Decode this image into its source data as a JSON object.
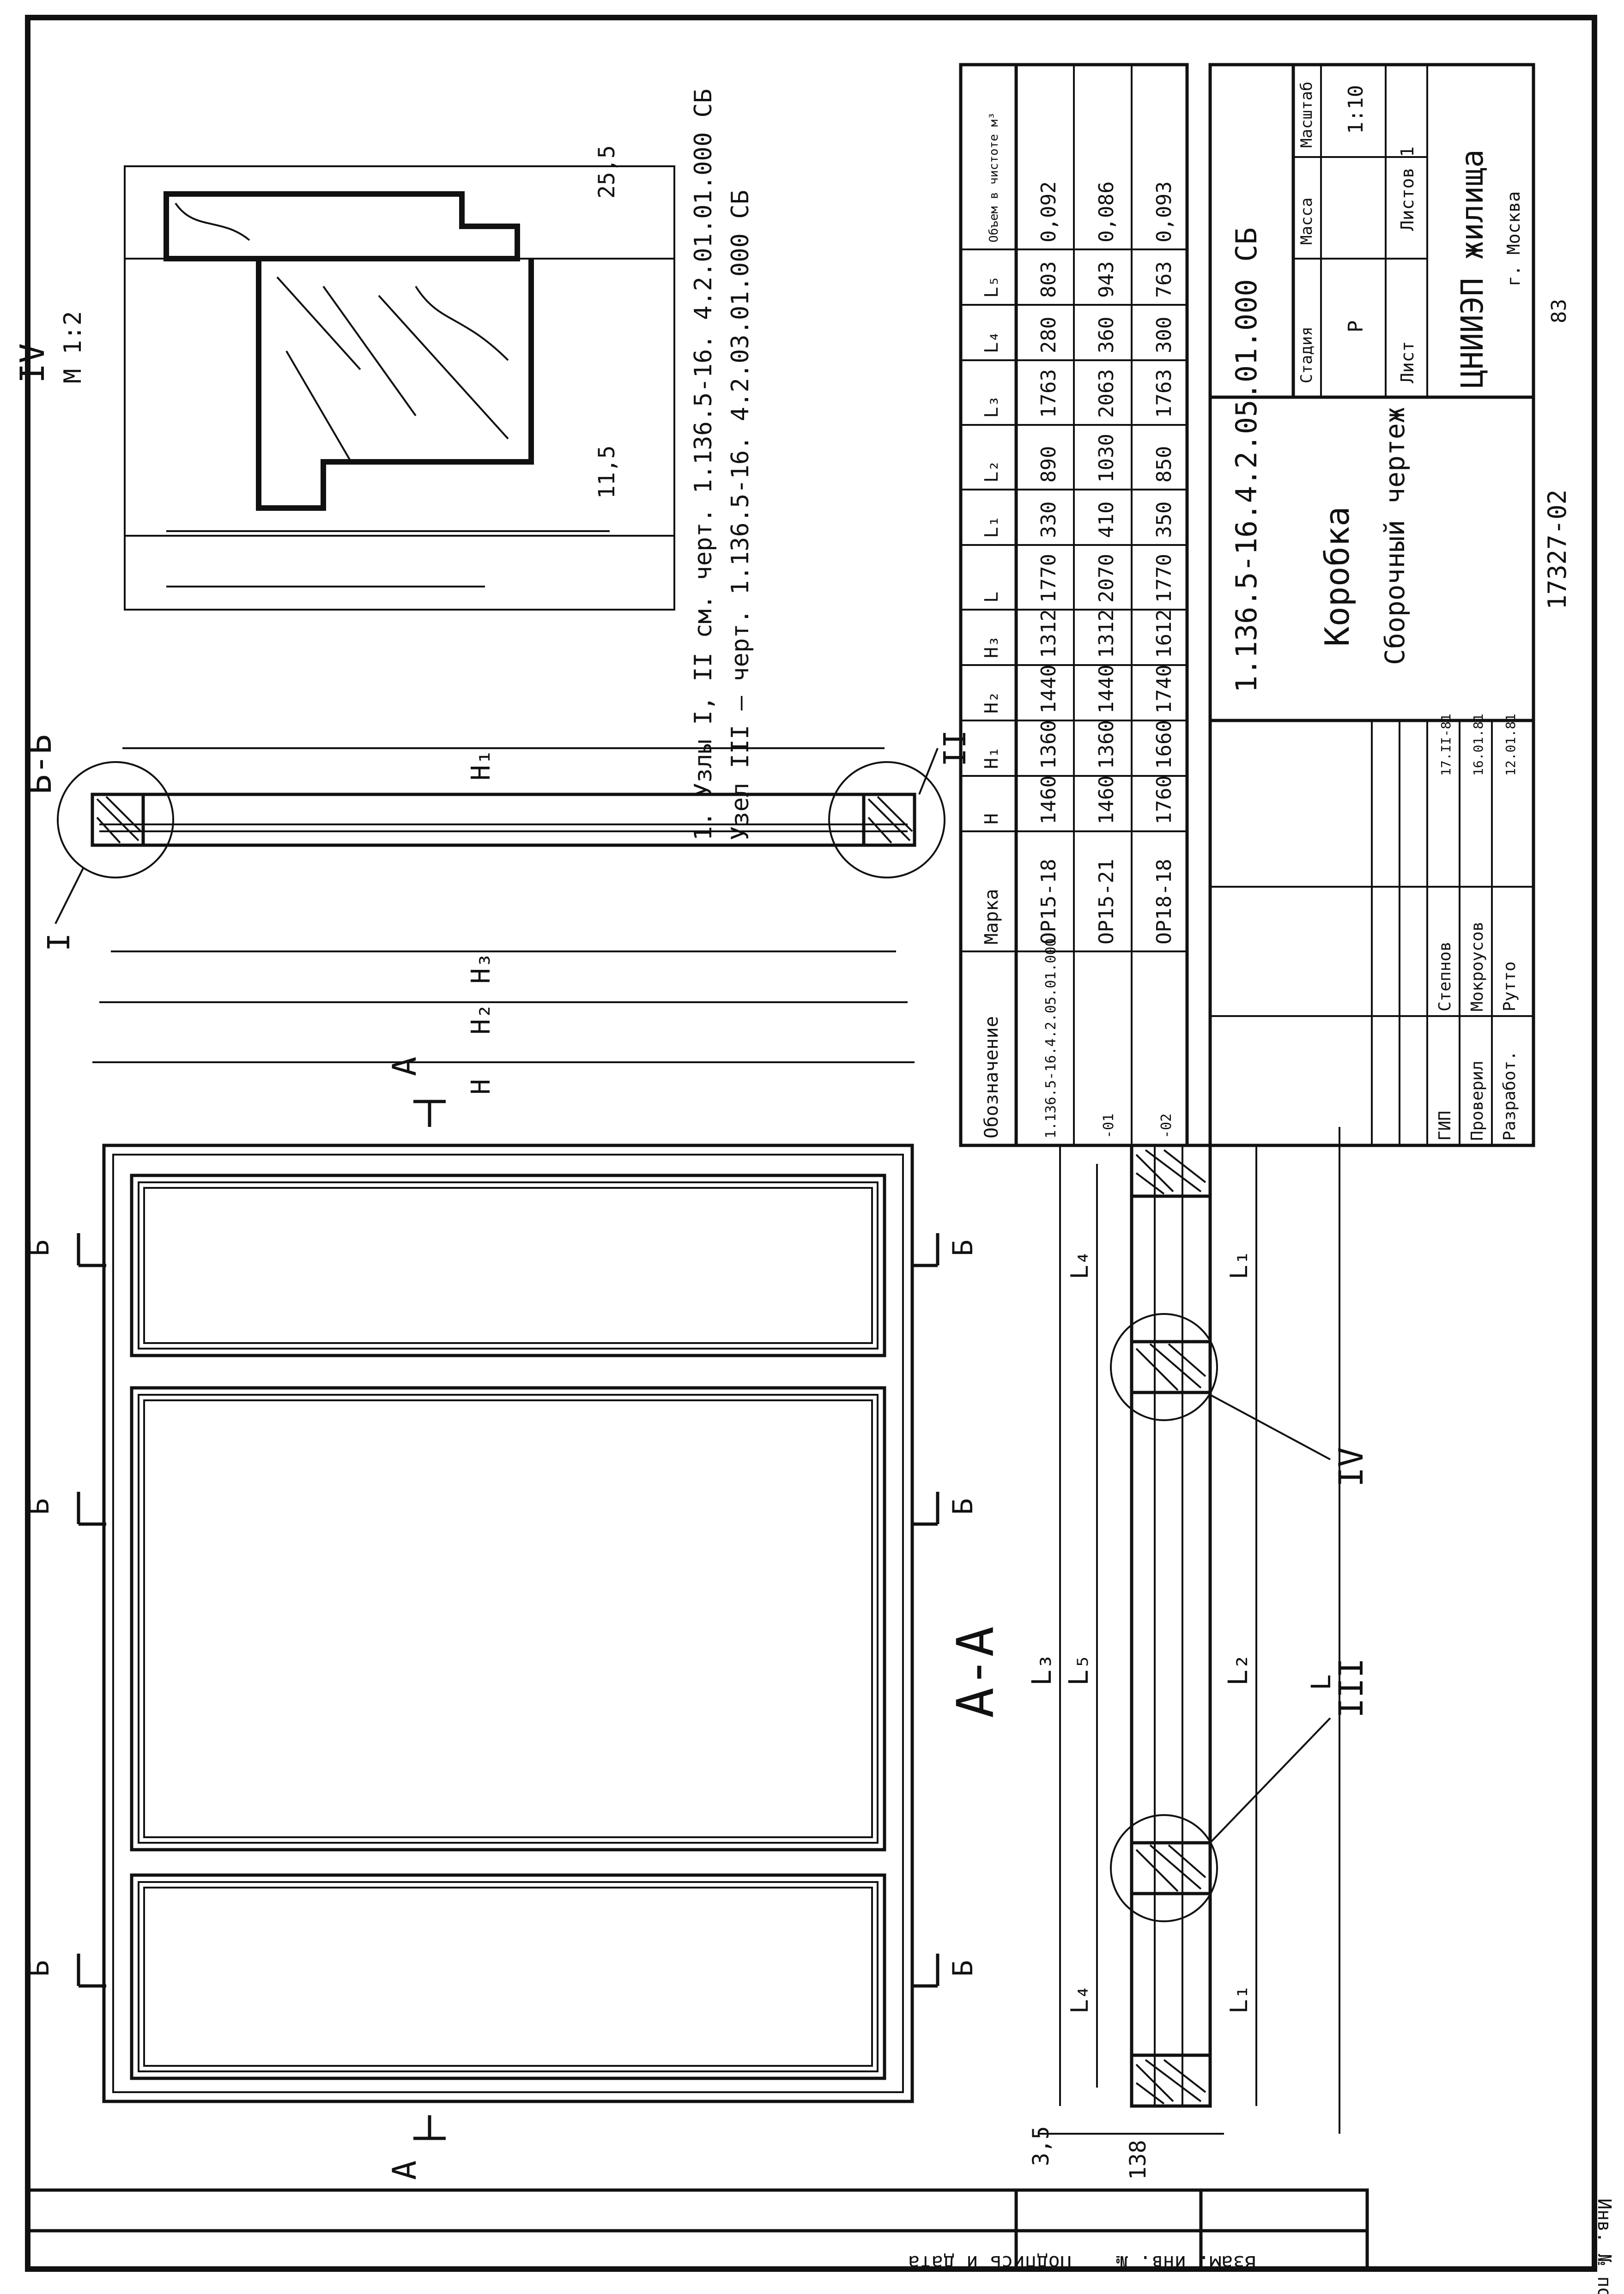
{
  "elevation": {
    "section_title": "А-А",
    "cut_aa": "А",
    "cut_bb": "Б"
  },
  "section_bb": {
    "title": "Б-Б",
    "node_i": "I",
    "node_ii": "II",
    "dims": [
      "Н",
      "Н₂",
      "Н₃",
      "Н₁"
    ]
  },
  "plan_section": {
    "node_iii": "III",
    "node_iv": "IV",
    "dims": [
      "L₃",
      "L₅",
      "L₂",
      "L",
      "L₄",
      "L₁",
      "L₄",
      "L₁"
    ],
    "side_dims": [
      "3,5",
      "138"
    ]
  },
  "detail_iv": {
    "title": "IV",
    "scale": "М 1:2",
    "dims": [
      "11,5",
      "25,5"
    ]
  },
  "notes": [
    "1. Узлы I, II см. черт. 1.136.5-16. 4.2.01.01.000 СБ",
    "Узел III – черт. 1.136.5-16. 4.2.03.01.000 СБ"
  ],
  "spec_table": {
    "headers": [
      "Обозначение",
      "Марка",
      "Н",
      "Н₁",
      "Н₂",
      "Н₃",
      "L",
      "L₁",
      "L₂",
      "L₃",
      "L₄",
      "L₅",
      "Объем в чистоте м³"
    ],
    "rows": [
      [
        "1.136.5-16.4.2.05.01.000",
        "ОР15-18",
        "1460",
        "1360",
        "1440",
        "1312",
        "1770",
        "330",
        "890",
        "1763",
        "280",
        "803",
        "0,092"
      ],
      [
        "-01",
        "ОР15-21",
        "1460",
        "1360",
        "1440",
        "1312",
        "2070",
        "410",
        "1030",
        "2063",
        "360",
        "943",
        "0,086"
      ],
      [
        "-02",
        "ОР18-18",
        "1760",
        "1660",
        "1740",
        "1612",
        "1770",
        "350",
        "850",
        "1763",
        "300",
        "763",
        "0,093"
      ]
    ]
  },
  "title_block": {
    "doc_code": "1.136.5-16.4.2.05.01.000 СБ",
    "name_line1": "Коробка",
    "name_line2": "Сборочный чертеж",
    "col_stage": "Стадия",
    "col_mass": "Масса",
    "col_scale": "Масштаб",
    "stage": "Р",
    "scale": "1:10",
    "sheet": "Лист",
    "sheets": "Листов 1",
    "org": "ЦНИИЭП жилища",
    "city": "г. Москва",
    "signers": [
      {
        "role": "ГИП",
        "name": "Степнов",
        "date": "17.II-81"
      },
      {
        "role": "Проверил",
        "name": "Мокроусов",
        "date": "16.01.81"
      },
      {
        "role": "Разработ.",
        "name": "Рутто",
        "date": "12.01.81"
      }
    ]
  },
  "margin": {
    "stamp": [
      "Инв. № подл.",
      "Подпись и дата",
      "Взам. инв. №"
    ],
    "bottom_code": "17327-02",
    "page_no": "83"
  }
}
